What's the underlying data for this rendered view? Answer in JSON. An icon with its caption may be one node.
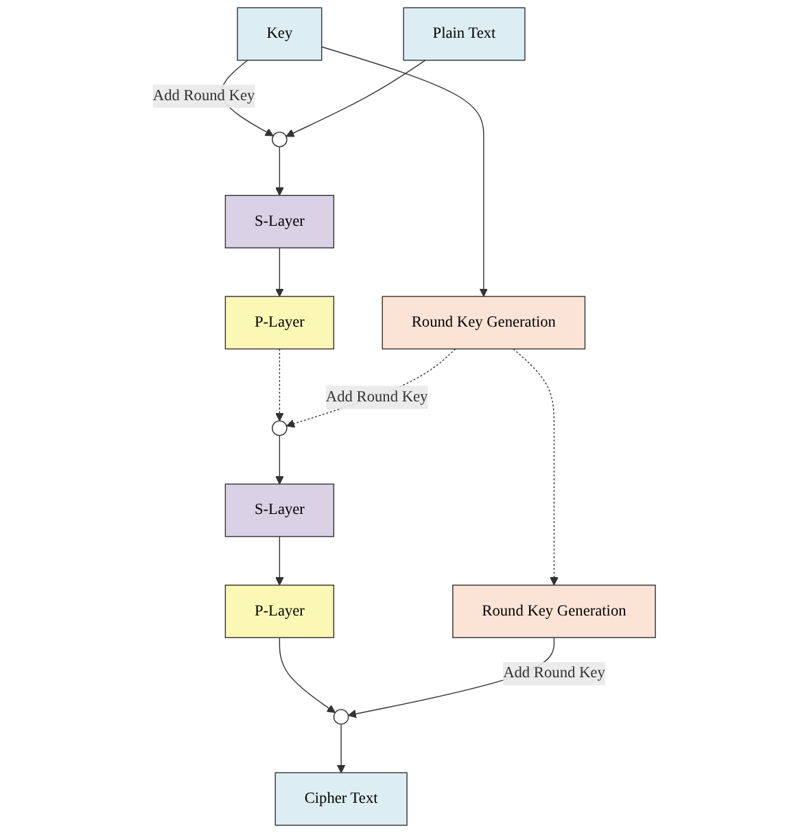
{
  "diagram": {
    "nodes": [
      {
        "text": [
          "Key"
        ]
      },
      {
        "text": [
          "Plain Text"
        ]
      },
      {
        "text": [],
        "shape": "circle"
      },
      {
        "text": [
          "Round Key Generation"
        ]
      },
      {
        "text": [
          "S-Layer"
        ]
      },
      {
        "text": [
          "P-Layer"
        ]
      },
      {
        "text": [],
        "shape": "circle"
      },
      {
        "text": [
          "Round Key Generation"
        ]
      },
      {
        "text": [
          "S-Layer"
        ]
      },
      {
        "text": [
          "P-Layer"
        ]
      },
      {
        "text": [],
        "shape": "circle"
      },
      {
        "text": [
          "Cipher Text"
        ]
      }
    ],
    "edges": [
      {
        "from": 0,
        "to": 2,
        "arrow": "to",
        "label": "Add Round Key"
      },
      {
        "from": 0,
        "to": 3,
        "arrow": "to"
      },
      {
        "from": 1,
        "to": 2,
        "arrow": "to"
      },
      {
        "from": 2,
        "to": 4,
        "arrow": "to"
      },
      {
        "from": 4,
        "to": 5,
        "arrow": "to"
      },
      {
        "from": 5,
        "to": 6,
        "arrow": "to",
        "style": "dashed"
      },
      {
        "from": 3,
        "to": 6,
        "arrow": "to",
        "label": "Add Round Key",
        "style": "dashed"
      },
      {
        "from": 3,
        "to": 7,
        "arrow": "to",
        "style": "dashed"
      },
      {
        "from": 6,
        "to": 8,
        "arrow": "to"
      },
      {
        "from": 8,
        "to": 9,
        "arrow": "to"
      },
      {
        "from": 9,
        "to": 10,
        "arrow": "to"
      },
      {
        "from": 7,
        "to": 10,
        "arrow": "to",
        "label": "Add Round Key"
      },
      {
        "from": 10,
        "to": 11,
        "arrow": "to"
      }
    ]
  }
}
